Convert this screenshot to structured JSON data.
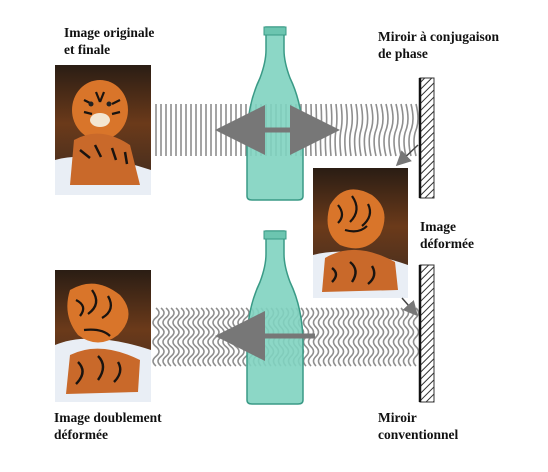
{
  "labels": {
    "original": "Image originale\net finale",
    "phase_mirror": "Miroir à conjugaison\nde phase",
    "deformed": "Image\ndéformée",
    "double_deformed": "Image doublement\ndéformée",
    "conventional_mirror": "Miroir\nconventionnel"
  },
  "colors": {
    "bottle_fill": "#7fd3c0",
    "bottle_stroke": "#3a9a86",
    "wave": "#8e8e8e",
    "arrow": "#777777",
    "mirror_hatch": "#333333",
    "tiger_orange": "#d9752a",
    "snow": "#e9eef5"
  },
  "icons": {
    "bottle": "glass-bottle-icon",
    "mirror": "hatched-mirror-icon",
    "tiger": "tiger-photo"
  }
}
